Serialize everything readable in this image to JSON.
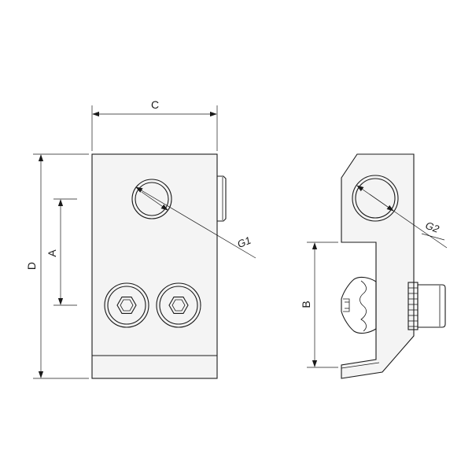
{
  "diagram": {
    "labels": {
      "c": "C",
      "d": "D",
      "a": "A",
      "b": "B",
      "g1": "G1",
      "g2": "G2"
    },
    "colors": {
      "line": "#1a1a1a",
      "fill": "#f4f4f4",
      "background": "#ffffff"
    },
    "icons": {
      "socket": "hex-socket-screw-icon",
      "arrow": "dimension-arrow-icon"
    }
  }
}
